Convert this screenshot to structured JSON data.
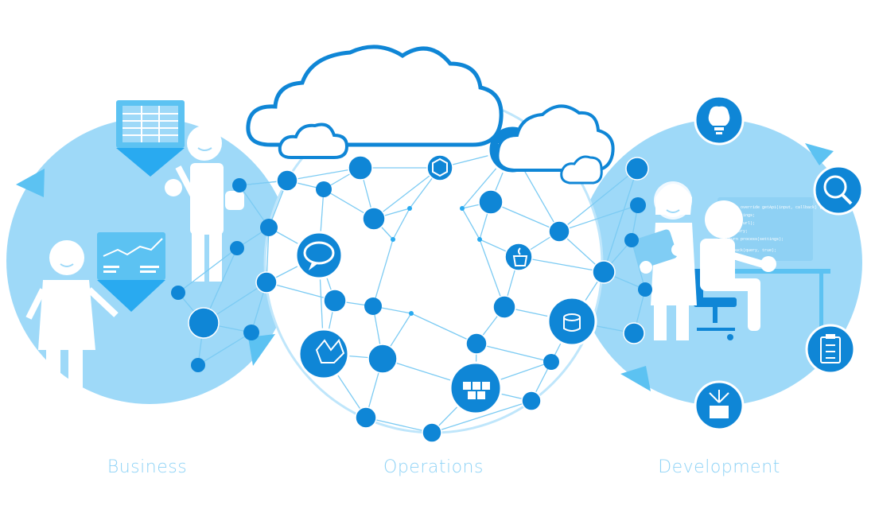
{
  "colors": {
    "light": "#9ed9f8",
    "mid": "#5cc2f2",
    "dark": "#0f86d6",
    "white": "#ffffff"
  },
  "labels": {
    "business": "Business",
    "operations": "Operations",
    "development": "Development"
  }
}
